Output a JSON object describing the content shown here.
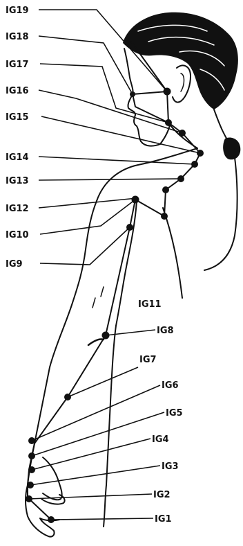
{
  "points": [
    {
      "id": "IG19",
      "label": "IG19"
    },
    {
      "id": "IG18",
      "label": "IG18"
    },
    {
      "id": "IG17",
      "label": "IG17"
    },
    {
      "id": "IG16",
      "label": "IG16"
    },
    {
      "id": "IG15",
      "label": "IG15"
    },
    {
      "id": "IG14",
      "label": "IG14"
    },
    {
      "id": "IG13",
      "label": "IG13"
    },
    {
      "id": "IG12",
      "label": "IG12"
    },
    {
      "id": "IG10",
      "label": "IG10"
    },
    {
      "id": "IG9",
      "label": "IG9"
    },
    {
      "id": "IG11",
      "label": "IG11"
    },
    {
      "id": "IG8",
      "label": "IG8"
    },
    {
      "id": "IG7",
      "label": "IG7"
    },
    {
      "id": "IG6",
      "label": "IG6"
    },
    {
      "id": "IG5",
      "label": "IG5"
    },
    {
      "id": "IG4",
      "label": "IG4"
    },
    {
      "id": "IG3",
      "label": "IG3"
    },
    {
      "id": "IG2",
      "label": "IG2"
    },
    {
      "id": "IG1",
      "label": "IG1"
    }
  ]
}
